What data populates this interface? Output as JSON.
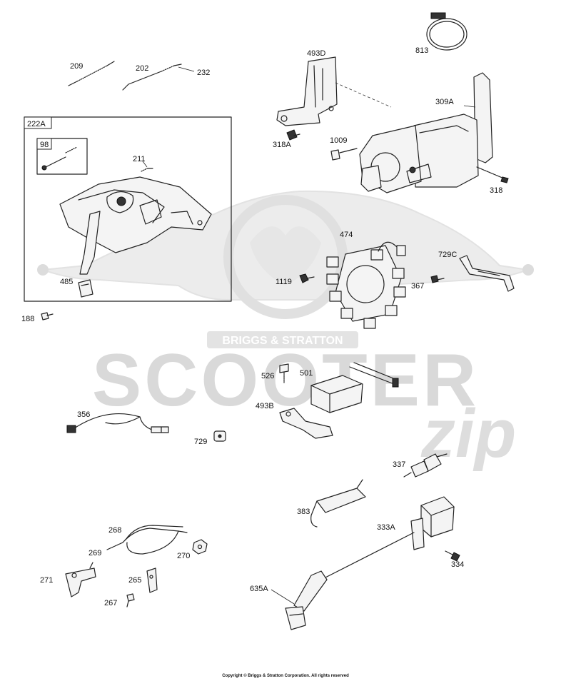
{
  "watermark": {
    "brand_badge": "BRIGGS & STRATTON",
    "main_text": "SCOOTER",
    "script_text": "zip"
  },
  "copyright": "Copyright © Briggs & Stratton Corporation. All rights reserved",
  "labels": {
    "p209": "209",
    "p202": "202",
    "p232": "232",
    "p222A": "222A",
    "p98": "98",
    "p211": "211",
    "p485": "485",
    "p188": "188",
    "p493D": "493D",
    "p813": "813",
    "p309A": "309A",
    "p318A": "318A",
    "p1009": "1009",
    "p318": "318",
    "p474": "474",
    "p729C": "729C",
    "p1119": "1119",
    "p367": "367",
    "p526": "526",
    "p501": "501",
    "p493B": "493B",
    "p356": "356",
    "p729": "729",
    "p337": "337",
    "p383": "383",
    "p333A": "333A",
    "p334": "334",
    "p635A": "635A",
    "p268": "268",
    "p269": "269",
    "p270": "270",
    "p271": "271",
    "p265": "265",
    "p267": "267"
  }
}
